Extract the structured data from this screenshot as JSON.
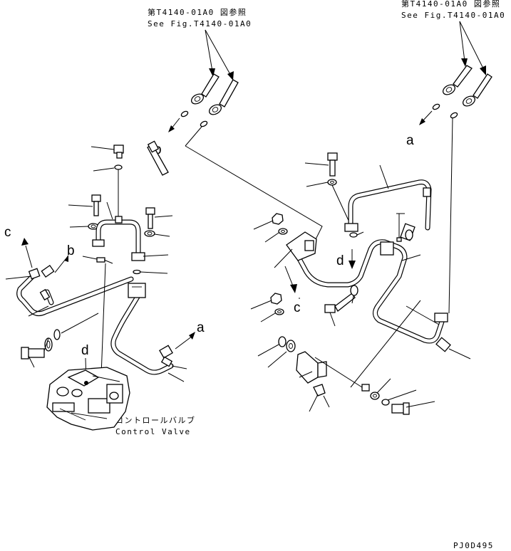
{
  "refs": {
    "left_jp": "第T4140-01A0 図参照",
    "left_en": "See Fig.T4140-01A0",
    "right_jp": "第T4140-01A0 図参照",
    "right_en": "See Fig.T4140-01A0"
  },
  "letters": {
    "b_top": "b",
    "c_left": "c",
    "b_left": "b",
    "d_left": "d",
    "a_left": "a",
    "a_right": "a",
    "d_right": "d",
    "c_right": "c"
  },
  "control_valve": {
    "jp": "コントロールバルブ",
    "en": "Control Valve"
  },
  "drawing_code": "PJ0D495"
}
